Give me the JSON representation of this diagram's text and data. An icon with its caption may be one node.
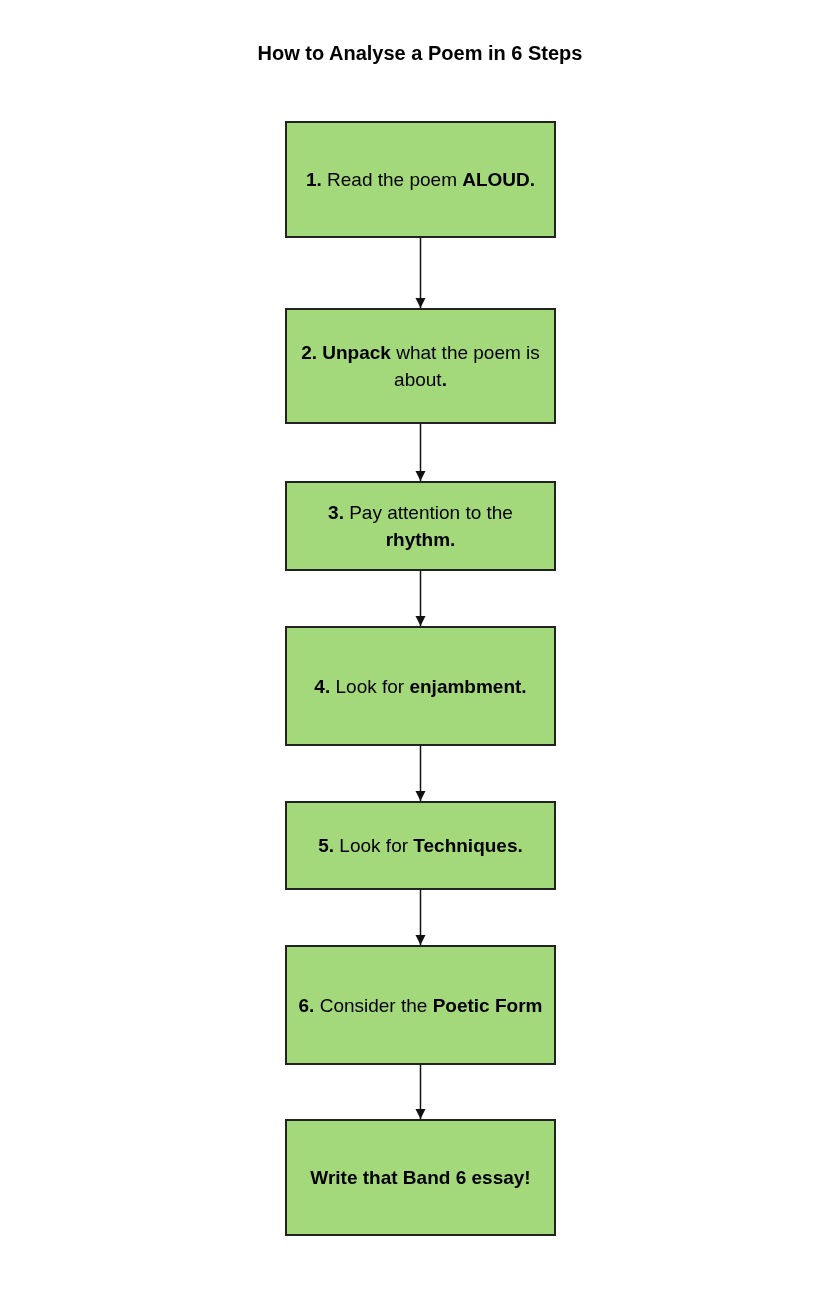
{
  "diagram": {
    "title": "How to Analyse a Poem in 6 Steps",
    "nodes": [
      {
        "text": [
          "**1.** Read the poem **ALOUD.**"
        ]
      },
      {
        "text": [
          "**2. Unpack** what the poem is about**.**"
        ]
      },
      {
        "text": [
          "**3.** Pay attention to the **rhythm.**"
        ]
      },
      {
        "text": [
          "**4.** Look for **enjambment.**"
        ]
      },
      {
        "text": [
          "**5.** Look for **Techniques.**"
        ]
      },
      {
        "text": [
          "**6.** Consider the **Poetic Form**"
        ]
      },
      {
        "text": [
          "Write that Band 6 essay!"
        ]
      }
    ],
    "edges": [
      {
        "from": 0,
        "to": 1,
        "arrow": "to"
      },
      {
        "from": 1,
        "to": 2,
        "arrow": "to"
      },
      {
        "from": 2,
        "to": 3,
        "arrow": "to"
      },
      {
        "from": 3,
        "to": 4,
        "arrow": "to"
      },
      {
        "from": 4,
        "to": 5,
        "arrow": "to"
      },
      {
        "from": 5,
        "to": 6,
        "arrow": "to"
      }
    ]
  }
}
